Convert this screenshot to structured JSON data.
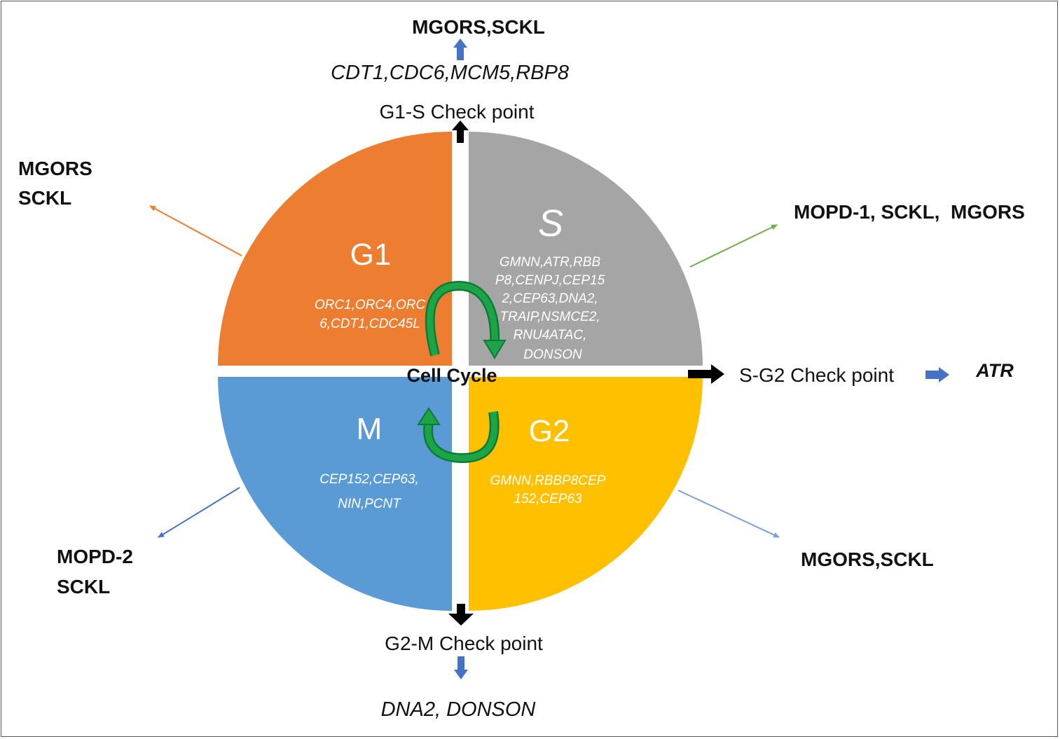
{
  "colors": {
    "g1": "#ED7D31",
    "s": "#A5A5A5",
    "g2": "#FFC000",
    "m": "#5B9BD5",
    "cycle_arrow": "#1BA548",
    "checkpoint_arrow": "#000000",
    "blue_arrow": "#4472C4",
    "orange_arrow": "#ED7D31",
    "green_arrow": "#70AD47"
  },
  "center": {
    "label": "Cell Cycle"
  },
  "phases": {
    "g1": {
      "label": "G1",
      "genes": [
        "ORC1,ORC4,ORC",
        "6,CDT1,CDC45L"
      ]
    },
    "s": {
      "label": "S",
      "genes": [
        "GMNN,ATR,RBB",
        "P8,CENPJ,CEP15",
        "2,CEP63,DNA2,",
        "TRAIP,NSMCE2,",
        "RNU4ATAC,",
        "DONSON"
      ]
    },
    "g2": {
      "label": "G2",
      "genes": [
        "GMNN,RBBP8CEP",
        "152,CEP63"
      ]
    },
    "m": {
      "label": "M",
      "genes": [
        "CEP152,CEP63,",
        "NIN,PCNT"
      ]
    }
  },
  "checkpoints": {
    "g1_s": {
      "label": "G1-S Check point",
      "genes": "CDT1,CDC6,MCM5,RBP8",
      "disorders": "MGORS,SCKL"
    },
    "s_g2": {
      "label": "S-G2 Check point",
      "genes": "ATR"
    },
    "g2_m": {
      "label": "G2-M Check point",
      "genes": "DNA2, DONSON"
    }
  },
  "disorders": {
    "g1": [
      "MGORS",
      "SCKL"
    ],
    "s": "MOPD-1, SCKL,  MGORS",
    "g2": "MGORS,SCKL",
    "m": [
      "MOPD-2",
      "SCKL"
    ]
  }
}
